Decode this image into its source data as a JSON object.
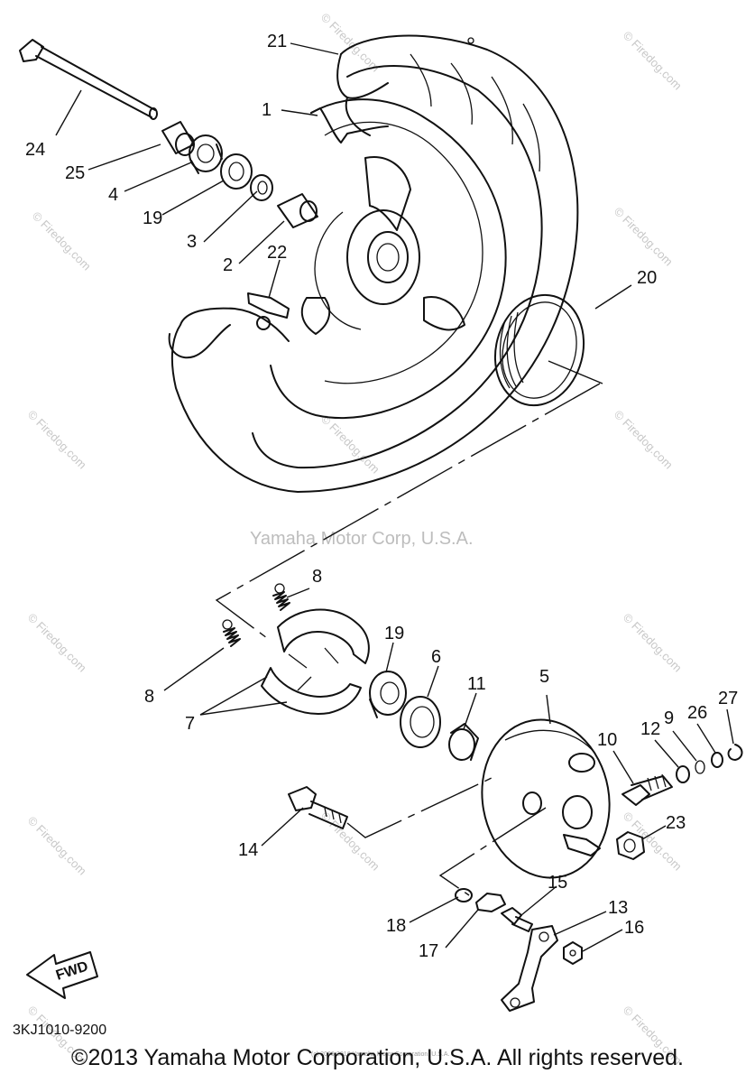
{
  "watermark": {
    "center": "Yamaha Motor Corp, U.S.A.",
    "repeat": "© Firedog.com",
    "credit": "(c) 2006-2016 Yamaha Motor Corporation, U.S.A."
  },
  "diagram_code": "3KJ1010-9200",
  "fwd_label": "FWD",
  "footer": "©2013 Yamaha Motor Corporation, U.S.A. All rights reserved.",
  "callouts": {
    "p1": "1",
    "p2": "2",
    "p3": "3",
    "p4": "4",
    "p5": "5",
    "p6": "6",
    "p7": "7",
    "p8a": "8",
    "p8b": "8",
    "p9": "9",
    "p10": "10",
    "p11": "11",
    "p12": "12",
    "p13": "13",
    "p14": "14",
    "p15": "15",
    "p16": "16",
    "p17": "17",
    "p18": "18",
    "p19a": "19",
    "p19b": "19",
    "p20": "20",
    "p21": "21",
    "p22": "22",
    "p23": "23",
    "p24": "24",
    "p25": "25",
    "p26": "26",
    "p27": "27"
  }
}
